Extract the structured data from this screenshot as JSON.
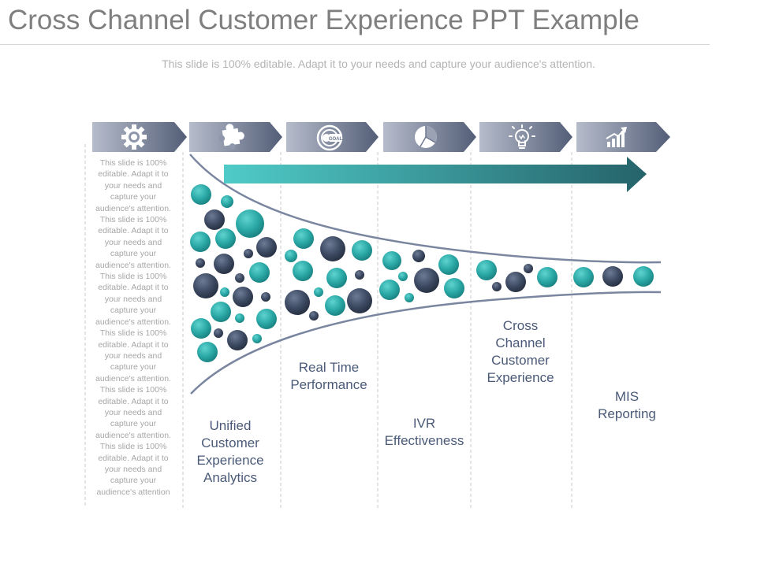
{
  "title": "Cross Channel Customer Experience PPT Example",
  "subtitle": "This slide is 100% editable. Adapt it to your needs and capture your audience's attention.",
  "side_text": "This slide is 100% editable. Adapt it to your needs and capture your audience's attention. This slide is 100% editable. Adapt it to your needs and capture your audience's attention. This slide is 100% editable. Adapt it to your needs and capture your audience's attention. This slide is 100% editable. Adapt it to your needs and capture your audience's attention. This slide is 100% editable. Adapt it to your needs and capture your audience's attention. This slide is 100% editable. Adapt it to your needs and capture your audience's attention",
  "icons": [
    "gear-icon",
    "puzzle-icon",
    "goal-icon",
    "pie-chart-icon",
    "light-bulb-icon",
    "growth-chart-icon"
  ],
  "goal_icon_text": "GOAL",
  "stages": [
    {
      "label": "Unified Customer Experience Analytics"
    },
    {
      "label": "Real Time Performance"
    },
    {
      "label": "IVR Effectiveness"
    },
    {
      "label": "Cross Channel Customer Experience"
    },
    {
      "label": "MIS Reporting"
    }
  ],
  "colors": {
    "teal": "#2aa8a6",
    "navy": "#3d4a62",
    "arrow_start": "#4fcbc8",
    "arrow_end": "#26646a",
    "tab_light": "#aeb5c5",
    "tab_dark": "#545f78",
    "label": "#4a5a78"
  }
}
